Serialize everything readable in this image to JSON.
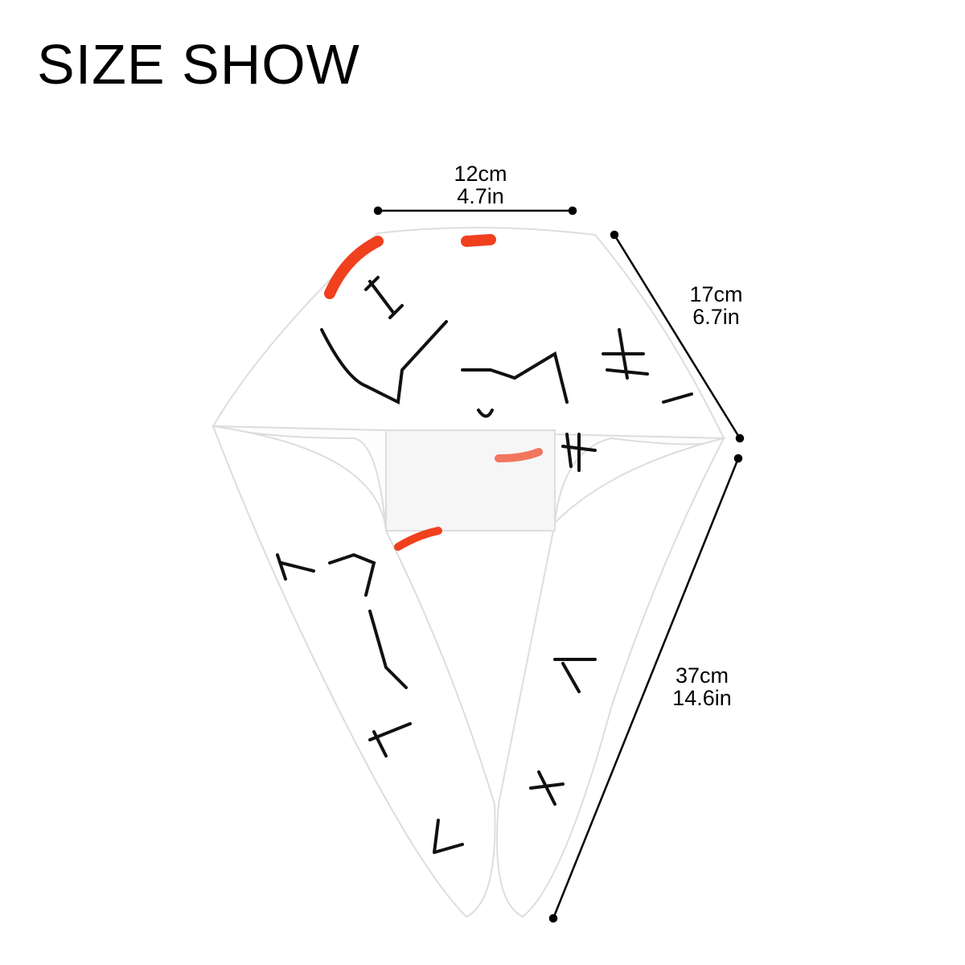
{
  "title": "SIZE SHOW",
  "measurements": {
    "top_width": {
      "cm": "12cm",
      "in": "4.7in"
    },
    "side_length": {
      "cm": "17cm",
      "in": "6.7in"
    },
    "tie_length": {
      "cm": "37cm",
      "in": "14.6in"
    }
  },
  "colors": {
    "line": "#000000",
    "accent": "#f0401e",
    "fabric": "#ffffff"
  }
}
